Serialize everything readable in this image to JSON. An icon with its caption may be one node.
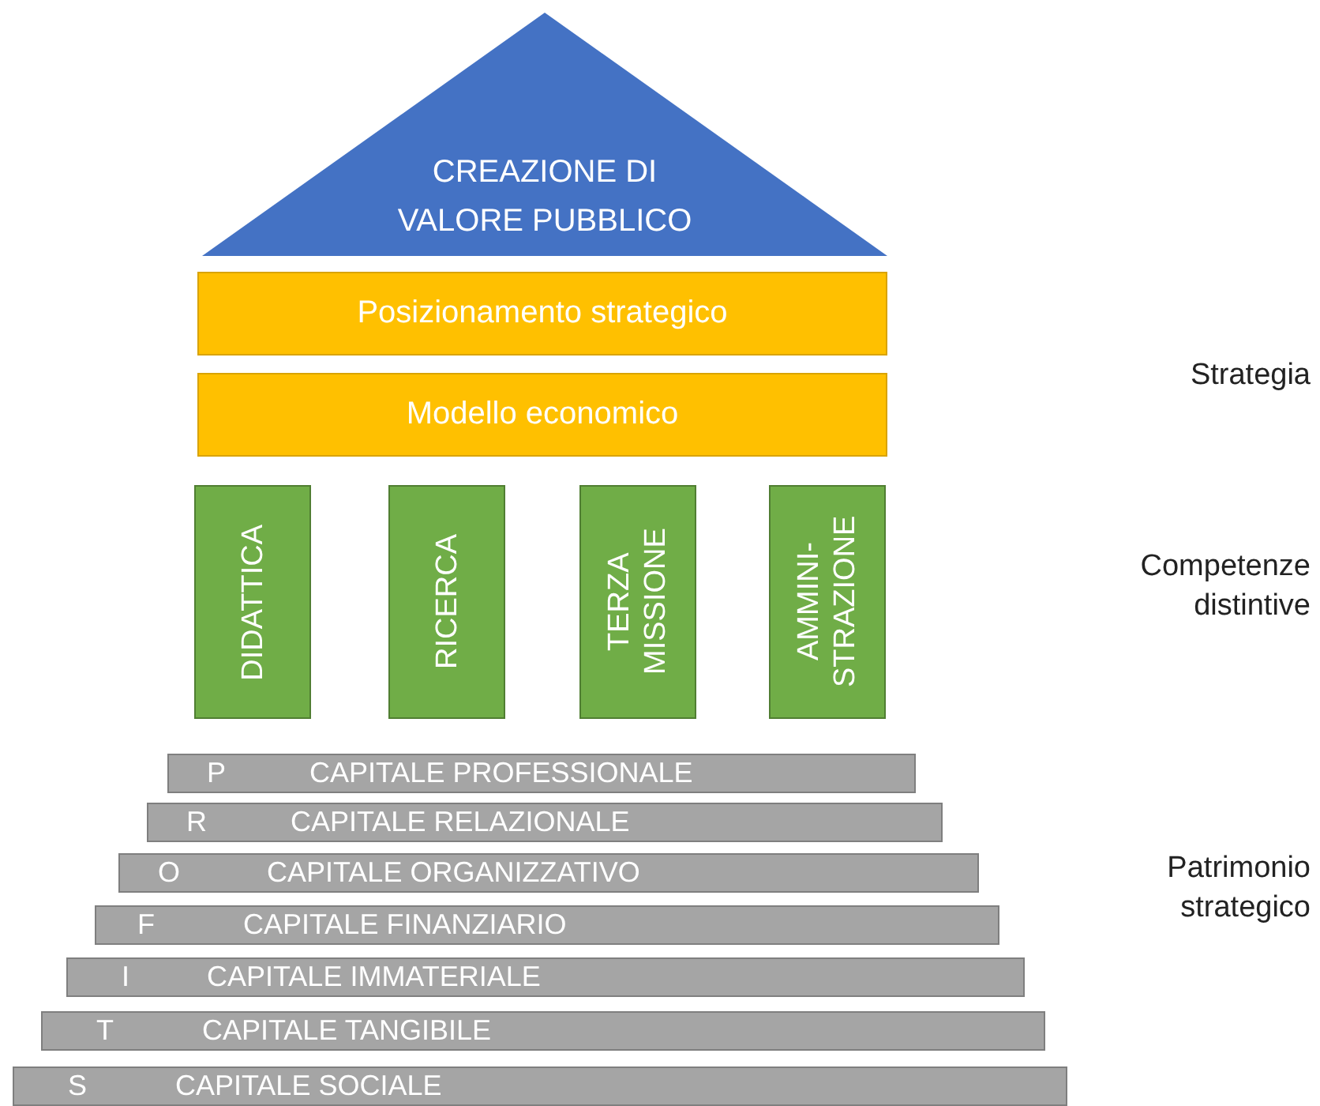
{
  "diagram": {
    "nodes": [
      {
        "text": [
          "CREAZIONE DI VALORE PUBBLICO"
        ]
      },
      {
        "text": [
          "Posizionamento strategico"
        ]
      },
      {
        "text": [
          "Modello economico"
        ]
      },
      {
        "text": [
          "DIDATTICA"
        ]
      },
      {
        "text": [
          "RICERCA"
        ]
      },
      {
        "text": [
          "TERZA MISSIONE"
        ]
      },
      {
        "text": [
          "AMMINI- STRAZIONE"
        ]
      },
      {
        "text": [
          "P",
          "CAPITALE PROFESSIONALE"
        ]
      },
      {
        "text": [
          "R",
          "CAPITALE RELAZIONALE"
        ]
      },
      {
        "text": [
          "O",
          "CAPITALE ORGANIZZATIVO"
        ]
      },
      {
        "text": [
          "F",
          "CAPITALE FINANZIARIO"
        ]
      },
      {
        "text": [
          "I",
          "CAPITALE IMMATERIALE"
        ]
      },
      {
        "text": [
          "T",
          "CAPITALE TANGIBILE"
        ]
      },
      {
        "text": [
          "S",
          "CAPITALE SOCIALE"
        ]
      }
    ],
    "labels": [
      "Strategia",
      "Competenze distintive",
      "Patrimonio strategico"
    ]
  }
}
